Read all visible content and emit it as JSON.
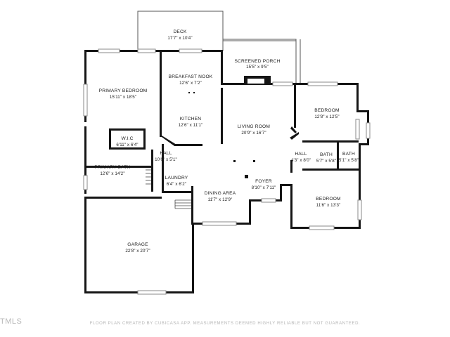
{
  "watermark": "TMLS",
  "footer": "FLOOR PLAN CREATED BY CUBICASA APP. MEASUREMENTS DEEMED HIGHLY RELIABLE BUT NOT GUARANTEED.",
  "rooms": {
    "deck": {
      "name": "DECK",
      "dims": "17'7\" x 10'4\""
    },
    "screened_porch": {
      "name": "SCREENED PORCH",
      "dims": "15'5\" x 9'5\""
    },
    "breakfast_nook": {
      "name": "BREAKFAST NOOK",
      "dims": "12'6\" x 7'2\""
    },
    "primary_bedroom": {
      "name": "PRIMARY BEDROOM",
      "dims": "15'11\" x 18'5\""
    },
    "kitchen": {
      "name": "KITCHEN",
      "dims": "12'6\" x 11'1\""
    },
    "living_room": {
      "name": "LIVING ROOM",
      "dims": "20'9\" x 16'7\""
    },
    "bedroom_1": {
      "name": "BEDROOM",
      "dims": "12'8\" x 12'5\""
    },
    "wic": {
      "name": "W.I.C",
      "dims": "6'11\" x 6'4\""
    },
    "hall_1": {
      "name": "HALL",
      "dims": "10'0\" x 5'1\""
    },
    "hall_2": {
      "name": "HALL",
      "dims": "4'3\" x 8'0\""
    },
    "bath_1": {
      "name": "BATH",
      "dims": "5'7\" x 5'8\""
    },
    "bath_2": {
      "name": "BATH",
      "dims": "5'1\" x 5'8\""
    },
    "primary_bath": {
      "name": "PRIMARY BATH",
      "dims": "12'6\" x 14'2\""
    },
    "laundry": {
      "name": "LAUNDRY",
      "dims": "6'4\" x 6'2\""
    },
    "foyer": {
      "name": "FOYER",
      "dims": "8'10\" x 7'11\""
    },
    "dining_area": {
      "name": "DINING AREA",
      "dims": "11'7\" x 12'9\""
    },
    "bedroom_2": {
      "name": "BEDROOM",
      "dims": "11'6\" x 13'3\""
    },
    "garage": {
      "name": "GARAGE",
      "dims": "22'8\" x 20'7\""
    }
  }
}
